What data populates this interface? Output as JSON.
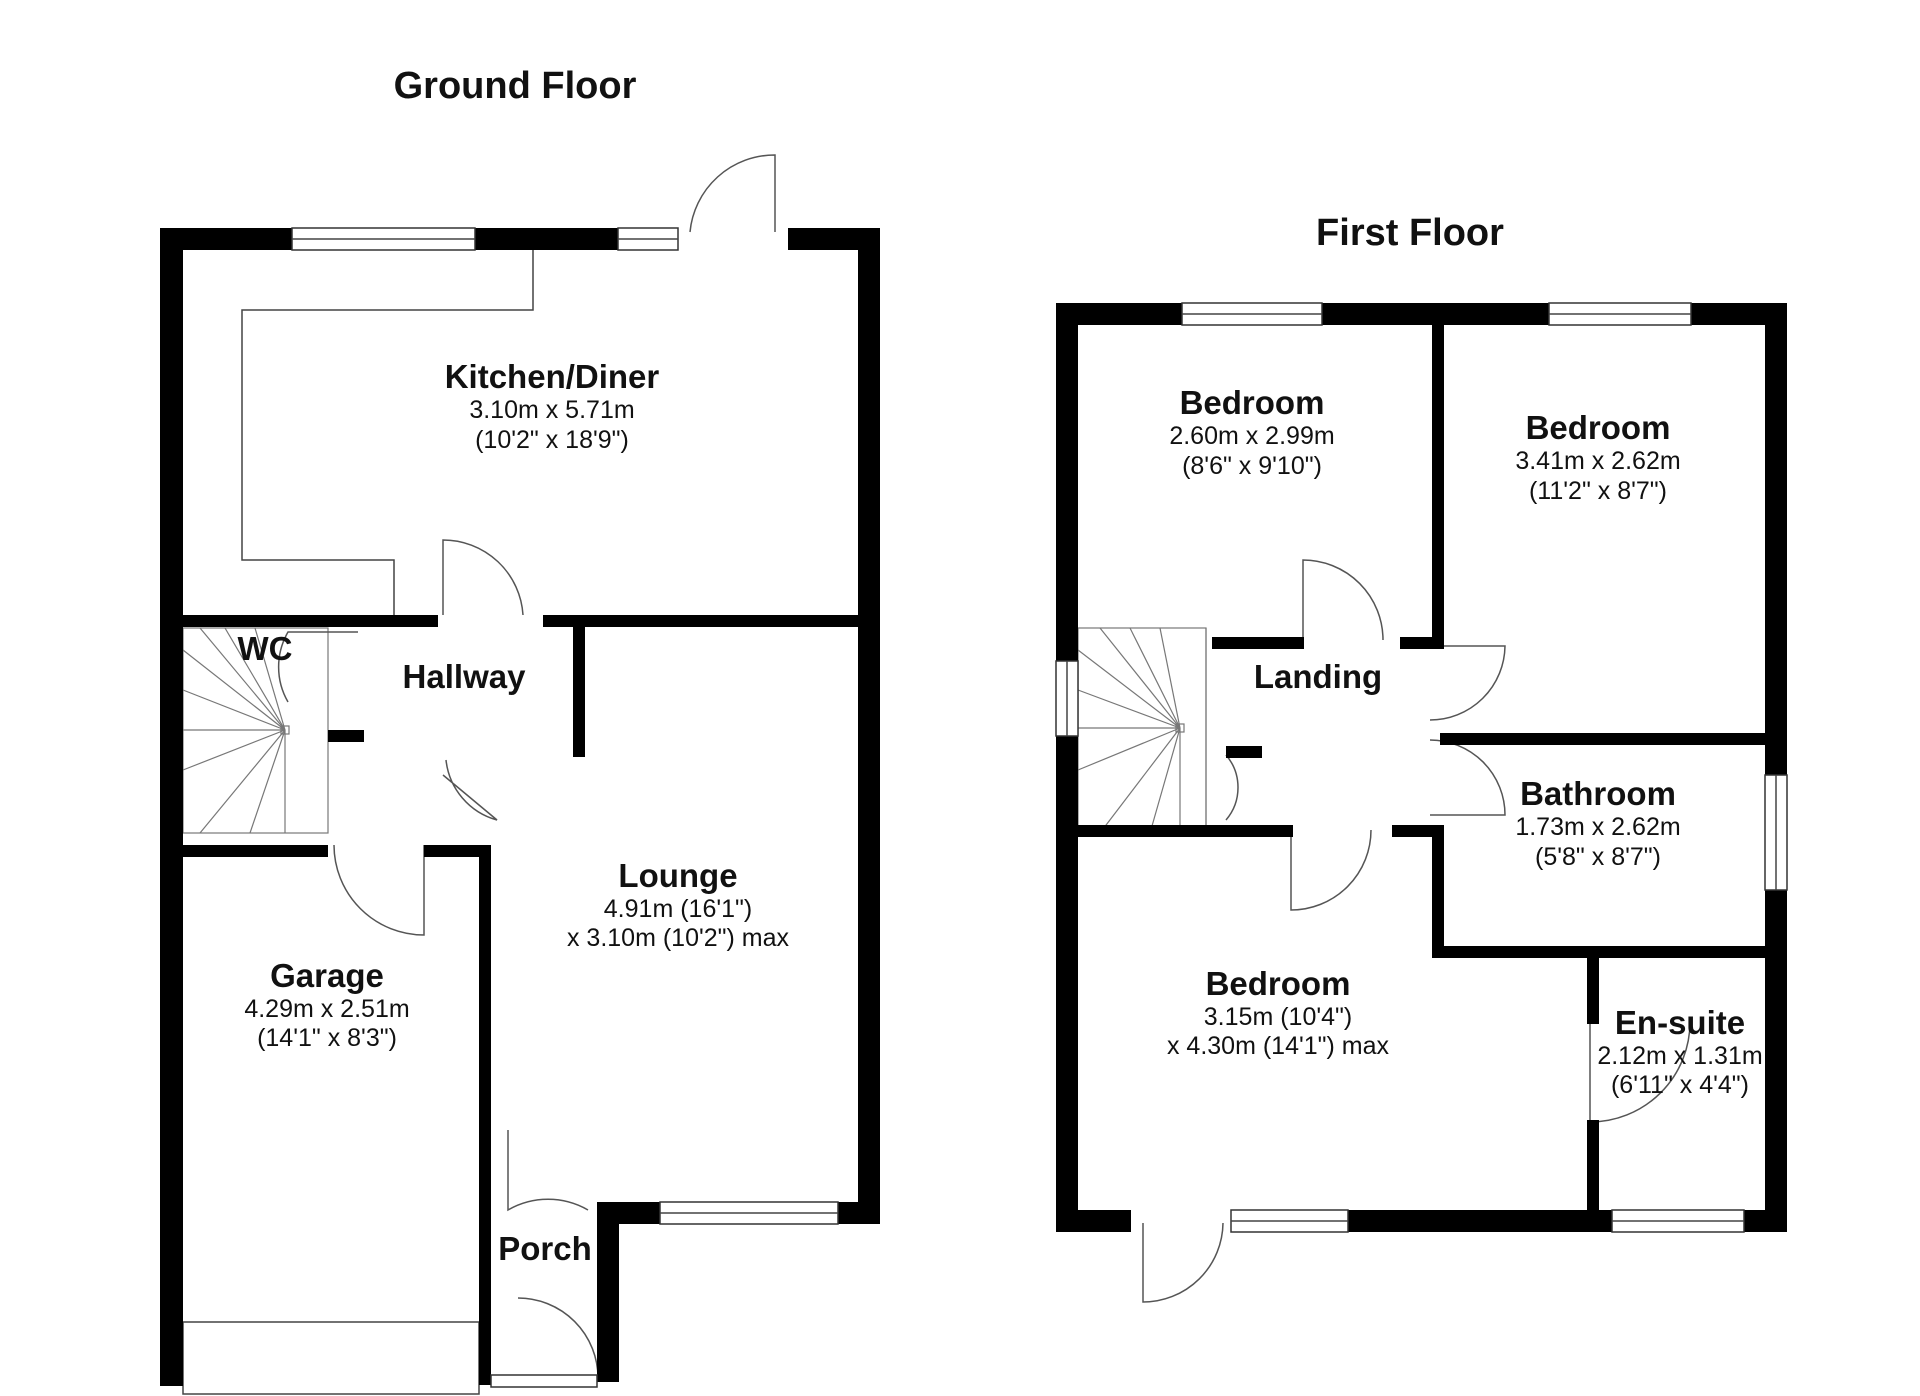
{
  "floors": {
    "ground": {
      "title": "Ground Floor",
      "rooms": {
        "kitchen": {
          "name": "Kitchen/Diner",
          "dim1": "3.10m x 5.71m",
          "dim2": "(10'2\" x 18'9\")"
        },
        "wc": {
          "name": "WC"
        },
        "hallway": {
          "name": "Hallway"
        },
        "lounge": {
          "name": "Lounge",
          "dim1": "4.91m (16'1\")",
          "dim2": "x 3.10m (10'2\") max"
        },
        "garage": {
          "name": "Garage",
          "dim1": "4.29m x 2.51m",
          "dim2": "(14'1\" x 8'3\")"
        },
        "porch": {
          "name": "Porch"
        }
      }
    },
    "first": {
      "title": "First Floor",
      "rooms": {
        "bedroom1": {
          "name": "Bedroom",
          "dim1": "2.60m x 2.99m",
          "dim2": "(8'6\" x 9'10\")"
        },
        "bedroom2": {
          "name": "Bedroom",
          "dim1": "3.41m x 2.62m",
          "dim2": "(11'2\" x 8'7\")"
        },
        "landing": {
          "name": "Landing"
        },
        "bathroom": {
          "name": "Bathroom",
          "dim1": "1.73m x 2.62m",
          "dim2": "(5'8\" x 8'7\")"
        },
        "bedroom3": {
          "name": "Bedroom",
          "dim1": "3.15m (10'4\")",
          "dim2": "x 4.30m (14'1\") max"
        },
        "ensuite": {
          "name": "En-suite",
          "dim1": "2.12m x 1.31m",
          "dim2": "(6'11\" x 4'4\")"
        }
      }
    }
  }
}
